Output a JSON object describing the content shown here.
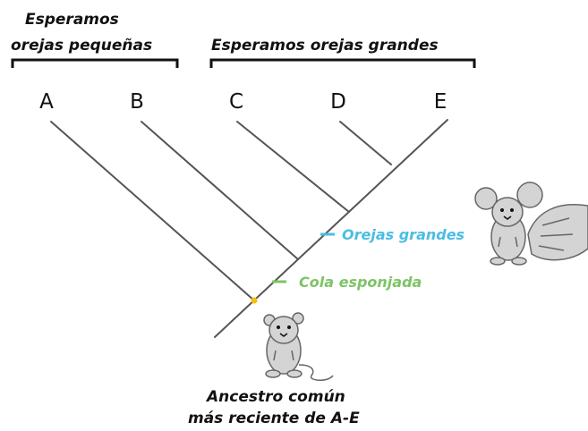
{
  "diagram": {
    "bracket_left": {
      "label_line1": "Esperamos",
      "label_line2": "orejas pequeñas"
    },
    "bracket_right": {
      "label": "Esperamos orejas grandes"
    },
    "tips": [
      "A",
      "B",
      "C",
      "D",
      "E"
    ],
    "traits": {
      "ears": "Orejas grandes",
      "tail": "Cola esponjada"
    },
    "ancestor": {
      "line1": "Ancestro común",
      "line2": "más reciente de A-E"
    },
    "colors": {
      "branch": "#555555",
      "ears_trait": "#4bbde3",
      "tail_trait": "#7dc466",
      "ancestor_dot": "#f2c200",
      "animal_fill": "#d4d4d4",
      "animal_outline": "#666666"
    },
    "icons": [
      "big-eared-fluffy-tailed-animal-icon",
      "ancestor-animal-icon"
    ]
  }
}
